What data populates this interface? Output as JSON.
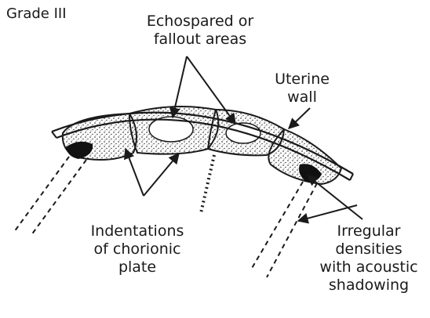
{
  "figure": {
    "grade_label": "Grade III",
    "labels": {
      "echospared": [
        "Echospared or",
        "fallout areas"
      ],
      "uterine_wall": [
        "Uterine",
        "wall"
      ],
      "indentations": [
        "Indentations",
        "of chorionic",
        "plate"
      ],
      "densities": [
        "Irregular",
        "densities",
        "with acoustic",
        "shadowing"
      ]
    }
  },
  "colors": {
    "ink": "#1a1a1a",
    "background": "#ffffff"
  }
}
